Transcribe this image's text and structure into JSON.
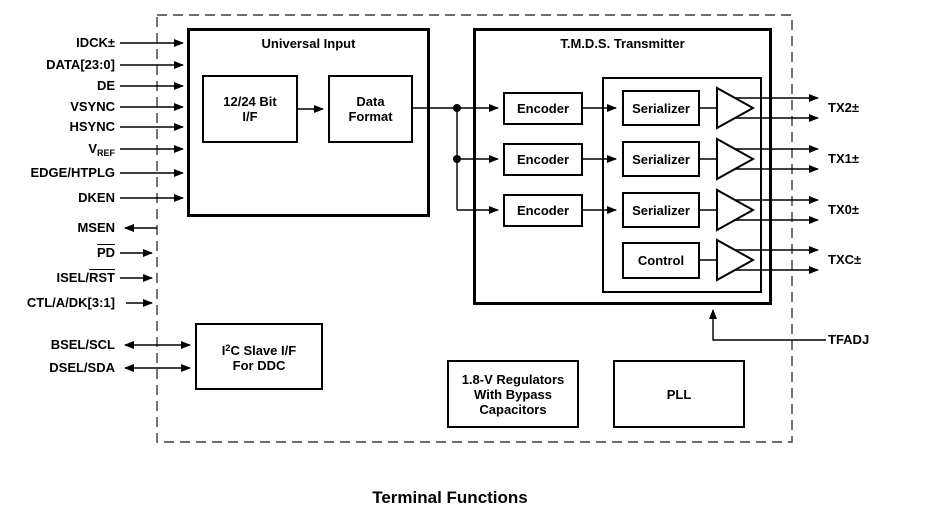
{
  "diagram": {
    "caption": "Terminal Functions",
    "colors": {
      "line": "#000000",
      "background": "#ffffff",
      "dashed_boundary": "#3d3d3d"
    },
    "sections": {
      "universal_input": {
        "title": "Universal Input"
      },
      "tmds_transmitter": {
        "title": "T.M.D.S. Transmitter"
      }
    },
    "blocks": {
      "if_12_24": {
        "line1": "12/24 Bit",
        "line2": "I/F"
      },
      "data_format": {
        "line1": "Data",
        "line2": "Format"
      },
      "encoder_label": "Encoder",
      "serializer_label": "Serializer",
      "control_label": "Control",
      "regulators": {
        "line1": "1.8-V Regulators",
        "line2": "With Bypass",
        "line3": "Capacitors"
      },
      "pll_label": "PLL",
      "i2c": {
        "l1_base": "I",
        "l1_sup": "2",
        "l1_rest": "C Slave I/F",
        "line2": "For DDC"
      }
    },
    "pins_left": {
      "idck": "IDCK±",
      "data_bus": "DATA[23:0]",
      "de": "DE",
      "vsync": "VSYNC",
      "hsync": "HSYNC",
      "vref_base": "V",
      "vref_sub": "REF",
      "edge_htplg": "EDGE/HTPLG",
      "dken": "DKEN",
      "msen": "MSEN",
      "pd": "PD",
      "isel_base": "ISEL/",
      "isel_overline": "RST",
      "ctl": "CTL/A/DK[3:1]",
      "bsel_scl": "BSEL/SCL",
      "dsel_sda": "DSEL/SDA"
    },
    "pins_right": {
      "tx2": "TX2±",
      "tx1": "TX1±",
      "tx0": "TX0±",
      "txc": "TXC±",
      "tfadj": "TFADJ"
    }
  }
}
